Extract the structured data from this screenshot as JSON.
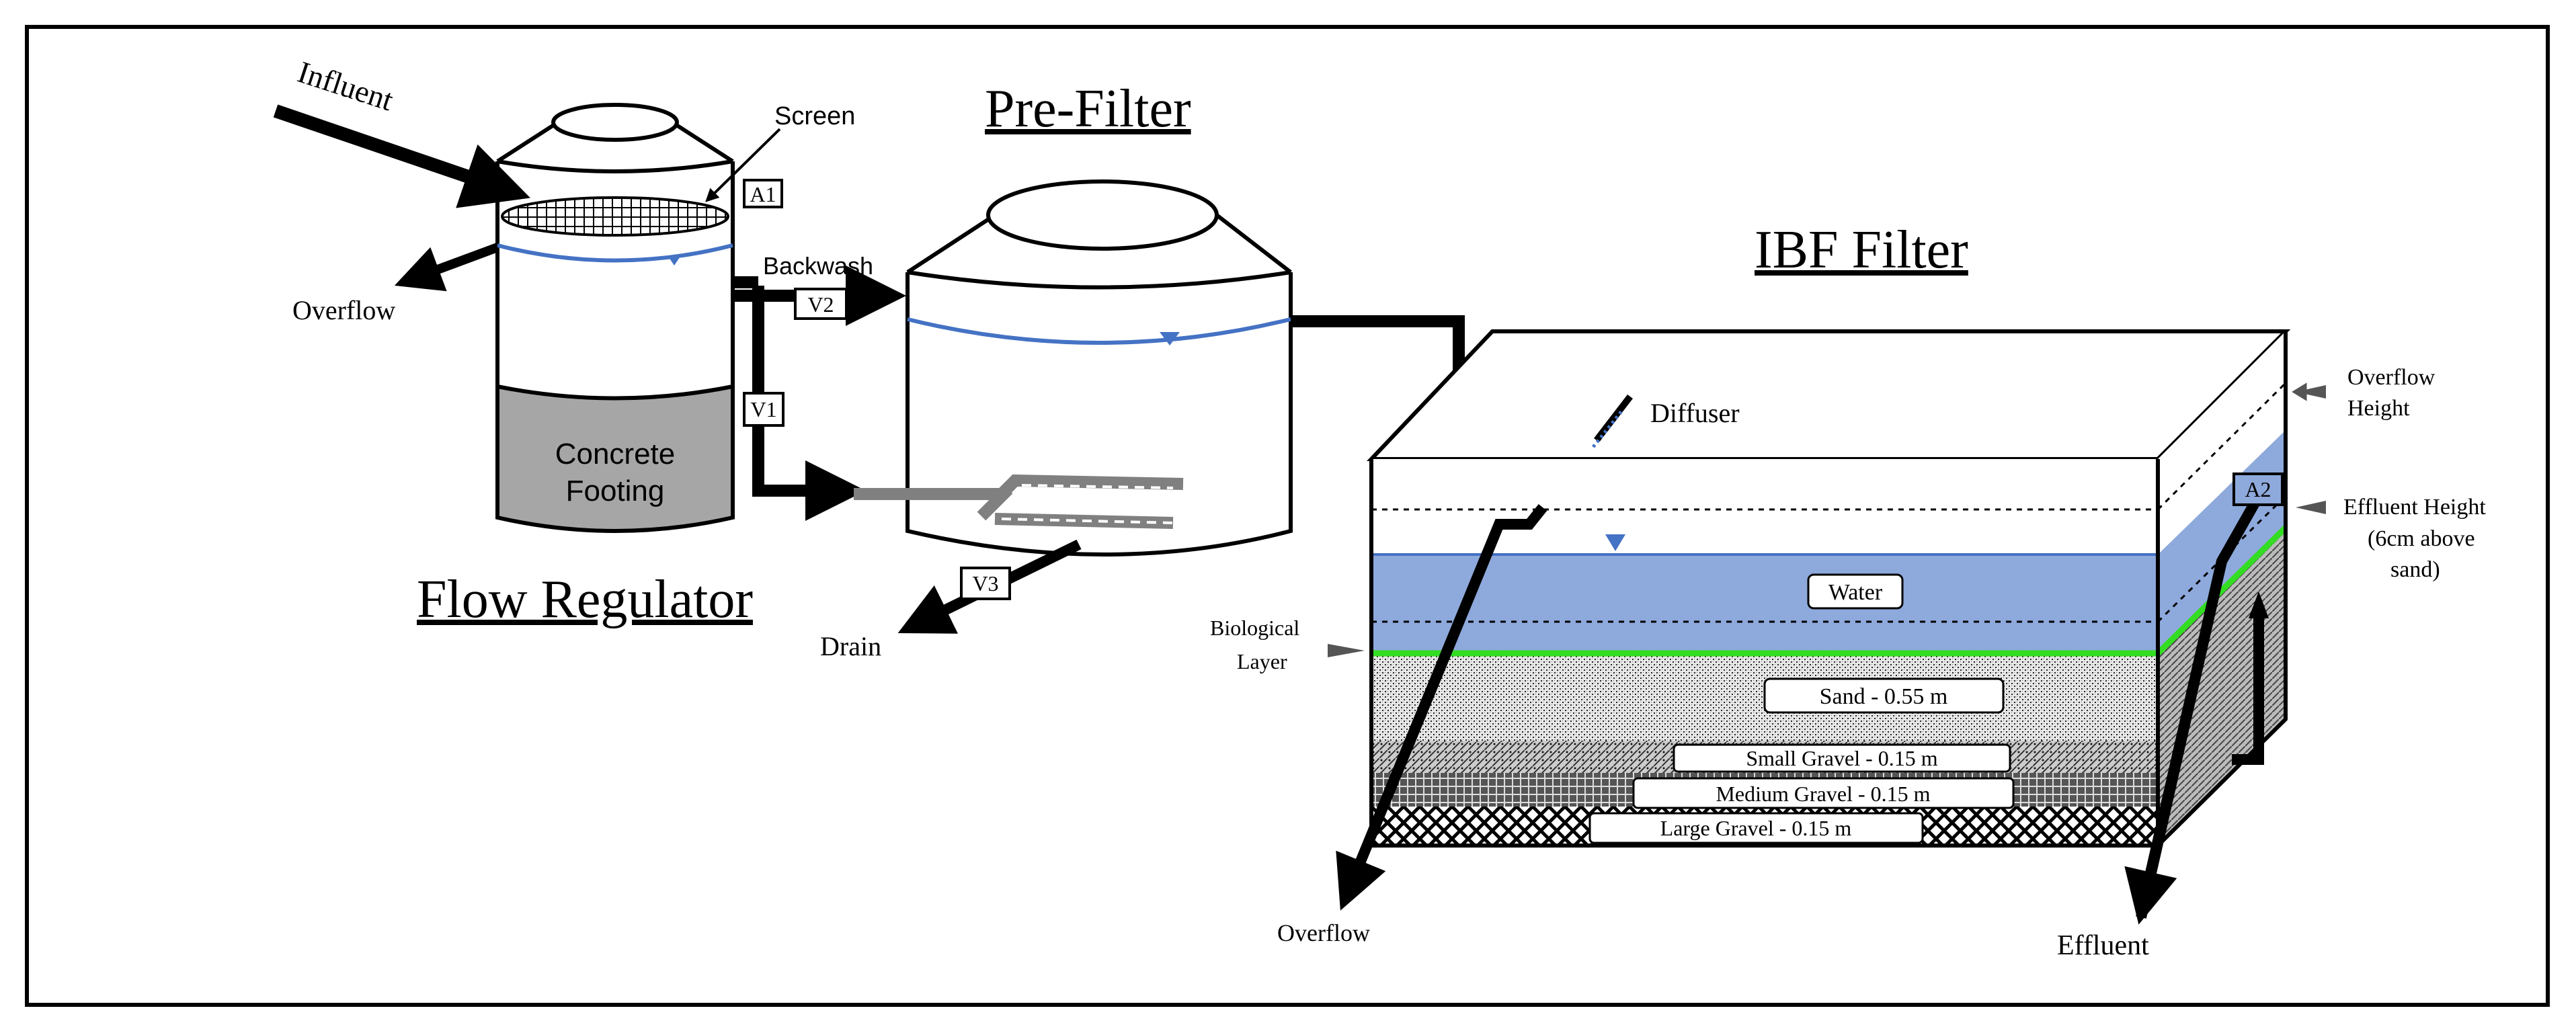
{
  "titles": {
    "pre_filter": "Pre-Filter",
    "ibf_filter": "IBF Filter",
    "flow_regulator": "Flow Regulator"
  },
  "labels": {
    "influent": "Influent",
    "screen": "Screen",
    "overflow_regulator": "Overflow",
    "concrete_line1": "Concrete",
    "concrete_line2": "Footing",
    "backwash": "Backwash",
    "drain": "Drain",
    "diffuser": "Diffuser",
    "overflow_height_line1": "Overflow",
    "overflow_height_line2": "Height",
    "effluent_height_line1": "Effluent Height",
    "effluent_height_line2": "(6cm above",
    "effluent_height_line3": "sand)",
    "biological_line1": "Biological",
    "biological_line2": "Layer",
    "overflow_bottom": "Overflow",
    "effluent": "Effluent"
  },
  "tags": {
    "a1": "A1",
    "a2": "A2",
    "v1": "V1",
    "v2": "V2",
    "v3": "V3"
  },
  "layers": {
    "water": "Water",
    "sand": "Sand - 0.55 m",
    "small_gravel": "Small Gravel - 0.15 m",
    "medium_gravel": "Medium Gravel - 0.15 m",
    "large_gravel": "Large Gravel - 0.15 m"
  },
  "colors": {
    "water": "#8ea9db",
    "water_line": "#4472c4",
    "bio_layer": "#33dd22",
    "concrete": "#a6a6a6",
    "pipe": "#000000",
    "pipe_grey": "#808080"
  }
}
